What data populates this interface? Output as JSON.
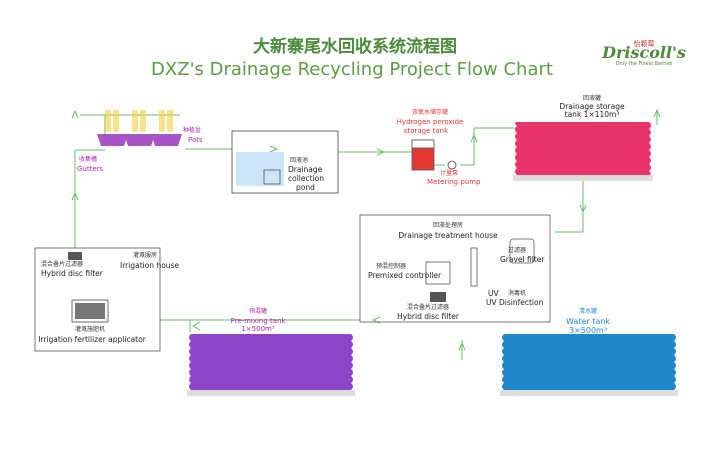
{
  "header": {
    "title_cn": "大新寨尾水回收系统流程图",
    "title_en": "DXZ's Drainage Recycling Project Flow Chart",
    "logo_cn": "怡颗莓",
    "logo_text": "Driscoll's",
    "logo_tagline": "Only the Finest Berries"
  },
  "nodes": {
    "pots": {
      "cn": "种植盆",
      "en": "Pots"
    },
    "gutters": {
      "cn": "收集槽",
      "en": "Gutters"
    },
    "collection_pond": {
      "cn": "回液池",
      "en_1": "Drainage",
      "en_2": "collection",
      "en_3": "pond"
    },
    "peroxide_tank": {
      "cn": "双氧水储存罐",
      "en_1": "Hydrogen peroxide",
      "en_2": "storage tank"
    },
    "metering_pump": {
      "cn": "计量泵",
      "en": "Metering pump"
    },
    "drainage_storage": {
      "cn": "回液罐",
      "en_1": "Drainage storage",
      "en_2": "tank  1×110m³"
    },
    "treatment_house": {
      "cn": "回液处理房",
      "en": "Drainage treatment house"
    },
    "gravel_filter": {
      "cn": "过滤器",
      "en": "Gravel filter"
    },
    "premixed_controller": {
      "cn": "预混控制器",
      "en": "Premixed controller"
    },
    "uv": {
      "label": "UV",
      "cn": "消毒机",
      "en": "UV Disinfection"
    },
    "hybrid_filter_treat": {
      "cn": "混合叠片过滤器",
      "en": "Hybrid disc filter"
    },
    "irrigation_house": {
      "cn": "灌溉服房",
      "en": "Irrigation house"
    },
    "hybrid_filter_irr": {
      "cn": "混合叠片过滤器",
      "en": "Hybrid disc filter"
    },
    "fertilizer_applicator": {
      "cn": "灌溉施肥机",
      "en": "Irrigation fertilizer applicator"
    },
    "premix_tank": {
      "cn": "预混罐",
      "en_1": "Pre-mixing tank",
      "en_2": "1×500m³"
    },
    "water_tank": {
      "cn": "清水罐",
      "en_1": "Water tank",
      "en_2": "3×500m³"
    }
  },
  "colors": {
    "title": "#5d9c47",
    "pipe": "#6abf69",
    "pink_tank": "#e8336d",
    "purple_tank": "#8e44c9",
    "blue_tank": "#1e88c8",
    "pot": "#a855c8",
    "red_tank": "#e53935"
  }
}
